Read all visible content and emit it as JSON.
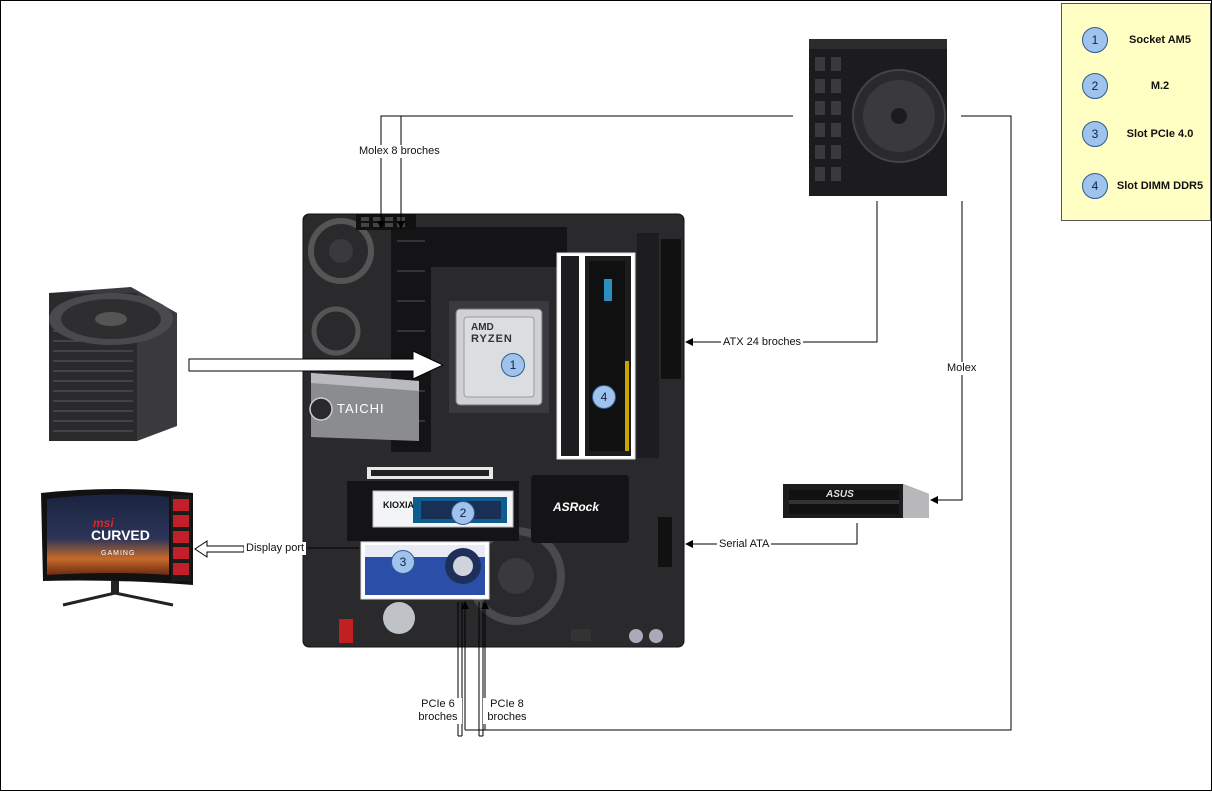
{
  "legend": {
    "items": [
      {
        "num": "1",
        "label": "Socket AM5"
      },
      {
        "num": "2",
        "label": "M.2"
      },
      {
        "num": "3",
        "label": "Slot PCIe 4.0"
      },
      {
        "num": "4",
        "label": "Slot DIMM DDR5"
      }
    ]
  },
  "connections": {
    "molex8": "Molex 8 broches",
    "atx24": "ATX 24 broches",
    "molex": "Molex",
    "sata": "Serial ATA",
    "display": "Display port",
    "pcie6": "PCIe 6 broches",
    "pcie8": "PCIe 8 broches"
  },
  "badges": {
    "cpu": "1",
    "m2": "2",
    "pcie": "3",
    "dimm": "4"
  },
  "components": {
    "cpu_text_1": "AMD",
    "cpu_text_2": "RYZEN",
    "board_brand": "TAICHI",
    "board_maker": "ASRock",
    "ssd_brand": "KIOXIA",
    "monitor_brand": "msi",
    "monitor_model": "CURVED",
    "monitor_sub": "GAMING",
    "odd_brand": "ASUS"
  },
  "colors": {
    "legend_bg": "#ffffc4",
    "badge_fill": "#9fc3ec",
    "board": "#2a2a2d"
  }
}
